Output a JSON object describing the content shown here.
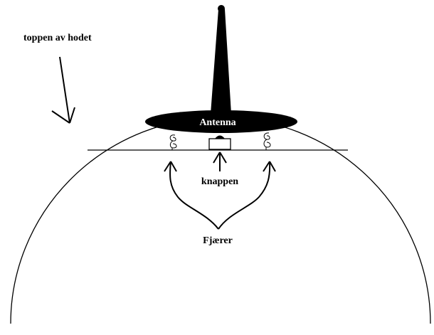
{
  "labels": {
    "head_top": "toppen av hodet",
    "antenna": "Antenna",
    "button": "knappen",
    "springs": "Fjærer"
  },
  "colors": {
    "stroke": "#000000",
    "fill": "#000000",
    "background": "#ffffff",
    "antenna_text": "#ffffff"
  }
}
